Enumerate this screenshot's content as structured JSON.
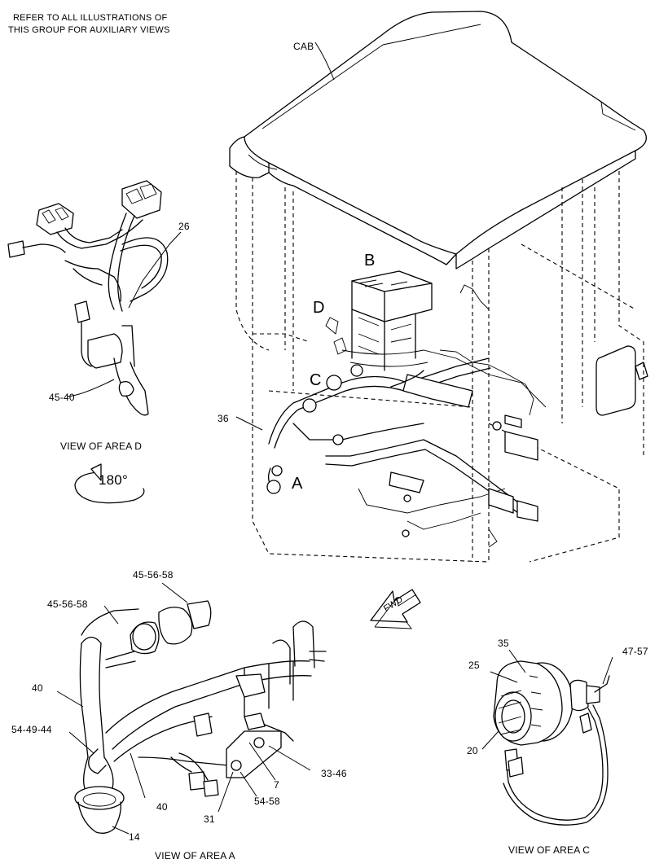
{
  "header": {
    "note_line1": "REFER TO ALL ILLUSTRATIONS OF",
    "note_line2": "THIS GROUP FOR AUXILIARY VIEWS"
  },
  "main_view": {
    "cab_label": "CAB",
    "area_a": "A",
    "area_b": "B",
    "area_c": "C",
    "area_d": "D",
    "callout_36": "36",
    "fwd_label": "FWD"
  },
  "view_d": {
    "callout_26": "26",
    "callout_45_40": "45-40",
    "caption": "VIEW OF AREA  D",
    "rotation": "180°"
  },
  "view_a": {
    "callout_45_56_58_top": "45-56-58",
    "callout_45_56_58_left": "45-56-58",
    "callout_40_upper": "40",
    "callout_54_49_44": "54-49-44",
    "callout_40_lower": "40",
    "callout_33_46": "33-46",
    "callout_7": "7",
    "callout_54_58": "54-58",
    "callout_31": "31",
    "callout_14": "14",
    "caption": "VIEW OF AREA  A"
  },
  "view_c": {
    "callout_35": "35",
    "callout_25": "25",
    "callout_47_57": "47-57",
    "callout_20": "20",
    "caption": "VIEW OF AREA  C"
  }
}
